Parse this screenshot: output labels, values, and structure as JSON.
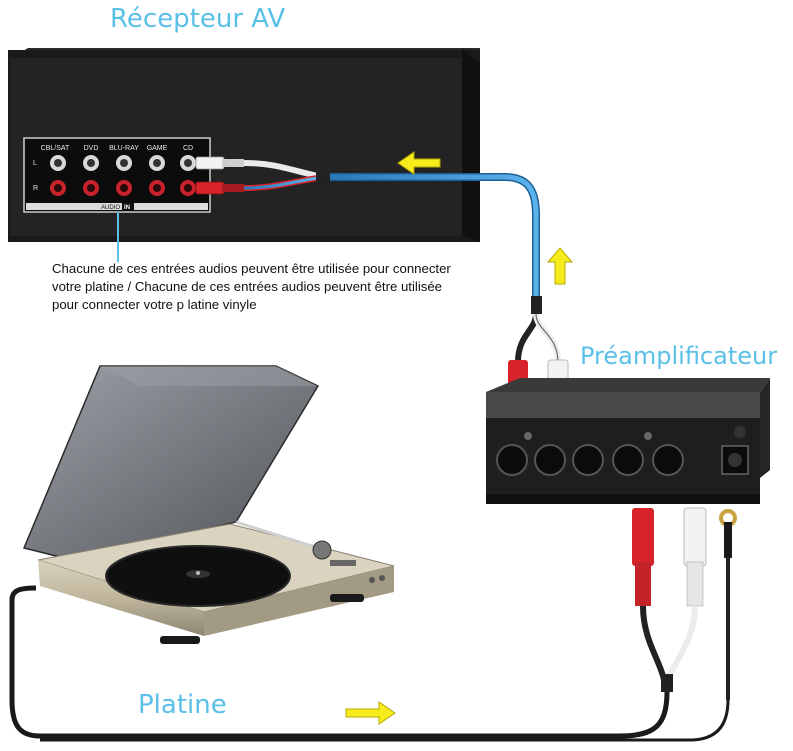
{
  "labels": {
    "receiver": "Récepteur AV",
    "preamp": "Préamplificateur",
    "turntable": "Platine"
  },
  "caption": "Chacune de ces  entrées audios peuvent être utilisée pour connecter votre platine / Chacune de ces entrées audios peuvent être utilisée pour connecter votre p latine vinyle",
  "receiver_panel": {
    "jacks": [
      "CBL/SAT",
      "DVD",
      "BLU-RAY",
      "GAME",
      "CD"
    ],
    "channel_left": "L",
    "channel_right": "R",
    "group_label": "AUDIO",
    "group_badge": "IN"
  },
  "colors": {
    "label_blue": "#5bc0e8",
    "arrow_yellow": "#f6ec1c",
    "rca_red": "#d8232a",
    "rca_white": "#f2f2f2",
    "cable_blue": "#3a8fd0"
  },
  "icons": {
    "arrow_to_receiver": "arrow-left-icon",
    "arrow_up": "arrow-up-icon",
    "arrow_right": "arrow-right-icon"
  }
}
